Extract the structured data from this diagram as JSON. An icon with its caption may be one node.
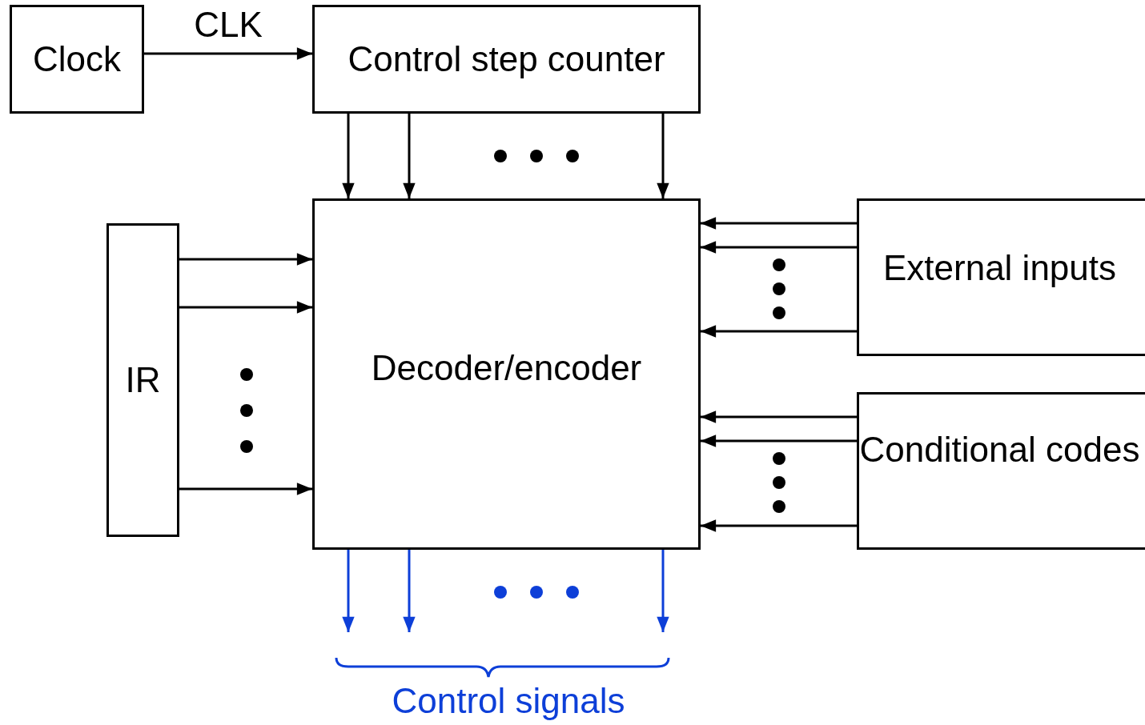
{
  "diagram": {
    "nodes": [
      {
        "text": [
          "Clock"
        ]
      },
      {
        "text": [
          "Control step counter"
        ]
      },
      {
        "text": [
          "IR"
        ]
      },
      {
        "text": [
          "Decoder/encoder"
        ]
      },
      {
        "text": [
          "External inputs"
        ]
      },
      {
        "text": [
          "Conditional codes"
        ]
      }
    ],
    "edges": [
      {
        "from": 0,
        "to": 1,
        "arrow": "to",
        "label": "CLK"
      },
      {
        "from": 1,
        "to": 3,
        "arrow": "to"
      },
      {
        "from": 1,
        "to": 3,
        "arrow": "to"
      },
      {
        "from": 1,
        "to": 3,
        "arrow": "to"
      },
      {
        "from": 2,
        "to": 3,
        "arrow": "to"
      },
      {
        "from": 2,
        "to": 3,
        "arrow": "to"
      },
      {
        "from": 2,
        "to": 3,
        "arrow": "to"
      },
      {
        "from": 4,
        "to": 3,
        "arrow": "to"
      },
      {
        "from": 4,
        "to": 3,
        "arrow": "to"
      },
      {
        "from": 4,
        "to": 3,
        "arrow": "to"
      },
      {
        "from": 5,
        "to": 3,
        "arrow": "to"
      },
      {
        "from": 5,
        "to": 3,
        "arrow": "to"
      },
      {
        "from": 5,
        "to": 3,
        "arrow": "to"
      },
      {
        "from": 3,
        "to": null,
        "arrow": "to",
        "color": "#0d3fd8"
      },
      {
        "from": 3,
        "to": null,
        "arrow": "to",
        "color": "#0d3fd8"
      },
      {
        "from": 3,
        "to": null,
        "arrow": "to",
        "color": "#0d3fd8"
      }
    ],
    "labels": [
      "Control signals"
    ]
  }
}
